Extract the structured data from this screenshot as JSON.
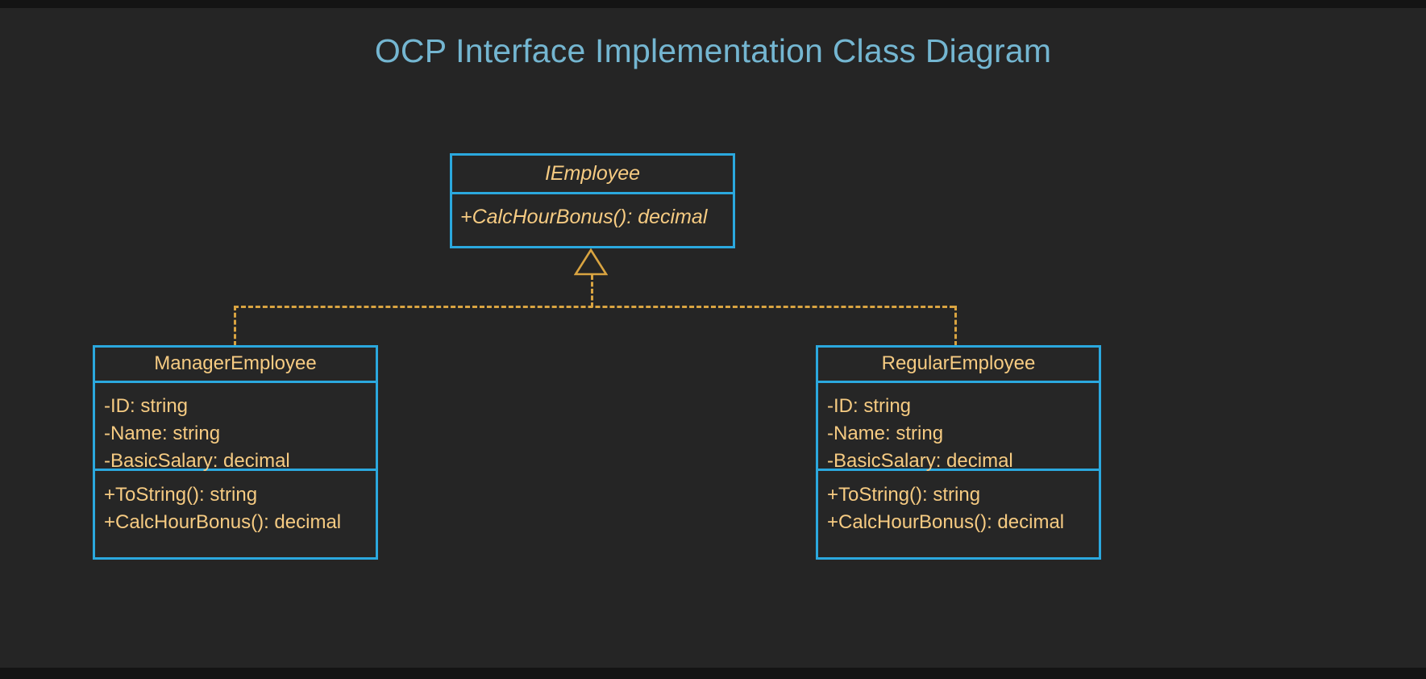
{
  "diagram": {
    "title": "OCP Interface Implementation Class Diagram",
    "background_color": "#252525",
    "title_color": "#74B6D1",
    "box_border_color": "#2BA8DE",
    "text_color": "#F6CB82",
    "connector_color": "#D9A441",
    "relationship_type": "realization",
    "relationship_line_style": "dashed",
    "relationship_arrowhead": "hollow-triangle"
  },
  "classes": {
    "interface": {
      "name": "IEmployee",
      "stereotype_style": "italic",
      "attributes": [],
      "operations": [
        "+CalcHourBonus(): decimal"
      ]
    },
    "manager": {
      "name": "ManagerEmployee",
      "attributes": [
        "-ID: string",
        "-Name: string",
        "-BasicSalary: decimal"
      ],
      "operations": [
        "+ToString(): string",
        "+CalcHourBonus(): decimal"
      ]
    },
    "regular": {
      "name": "RegularEmployee",
      "attributes": [
        "-ID: string",
        "-Name: string",
        "-BasicSalary: decimal"
      ],
      "operations": [
        "+ToString(): string",
        "+CalcHourBonus(): decimal"
      ]
    }
  }
}
